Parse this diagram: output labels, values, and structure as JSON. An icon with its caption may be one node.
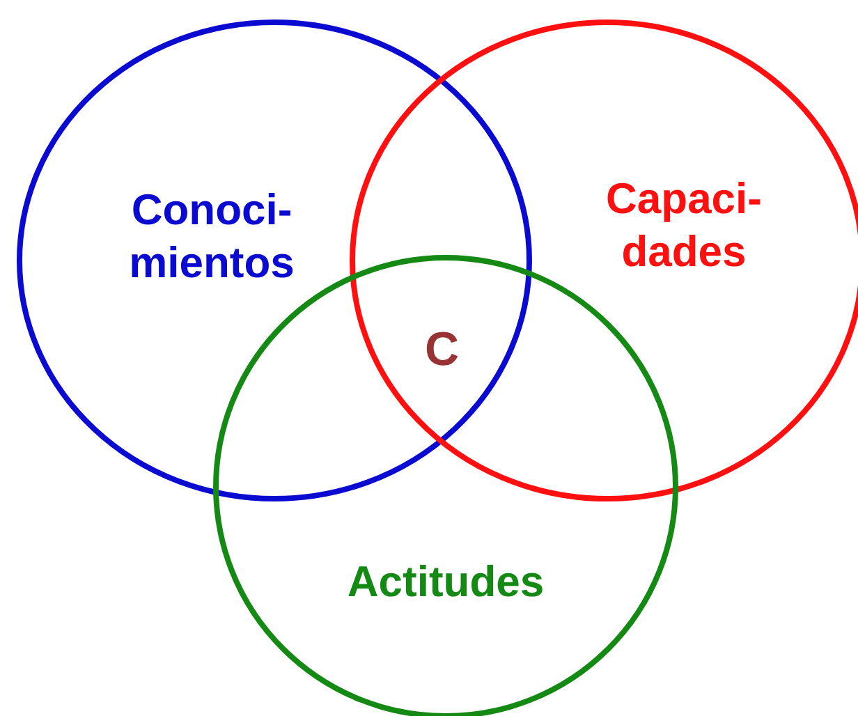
{
  "diagram": {
    "nodes": [
      {
        "text": [
          "Conoci- mientos"
        ]
      },
      {
        "text": [
          "Capaci- dades"
        ]
      },
      {
        "text": [
          "Actitudes"
        ]
      }
    ],
    "edges": [],
    "labels": [
      "C"
    ]
  }
}
